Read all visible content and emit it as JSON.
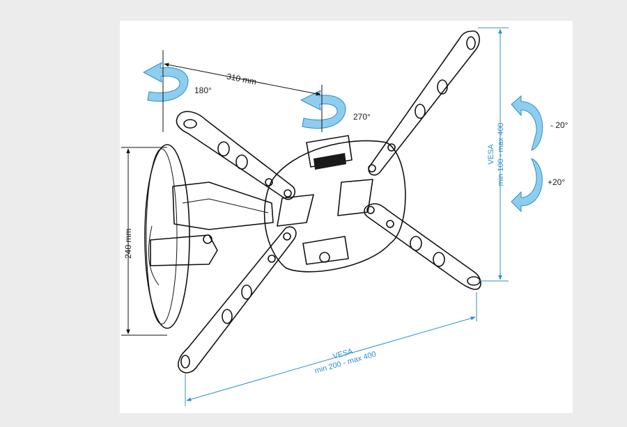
{
  "labels": {
    "width_mm": "310 mm",
    "height_mm": "240 mm",
    "rot_180": "180°",
    "rot_270": "270°",
    "tilt_minus": "- 20°",
    "tilt_plus": "+20°"
  },
  "vesa_h": {
    "title": "VESA",
    "range": "min 200 - max 400"
  },
  "vesa_v": {
    "title": "VESA",
    "range": "min 100 - max 400"
  },
  "colors": {
    "accent": "#2c8fc9",
    "arrow_fill": "#8ecdee",
    "background": "#ececec",
    "panel": "#ffffff"
  }
}
